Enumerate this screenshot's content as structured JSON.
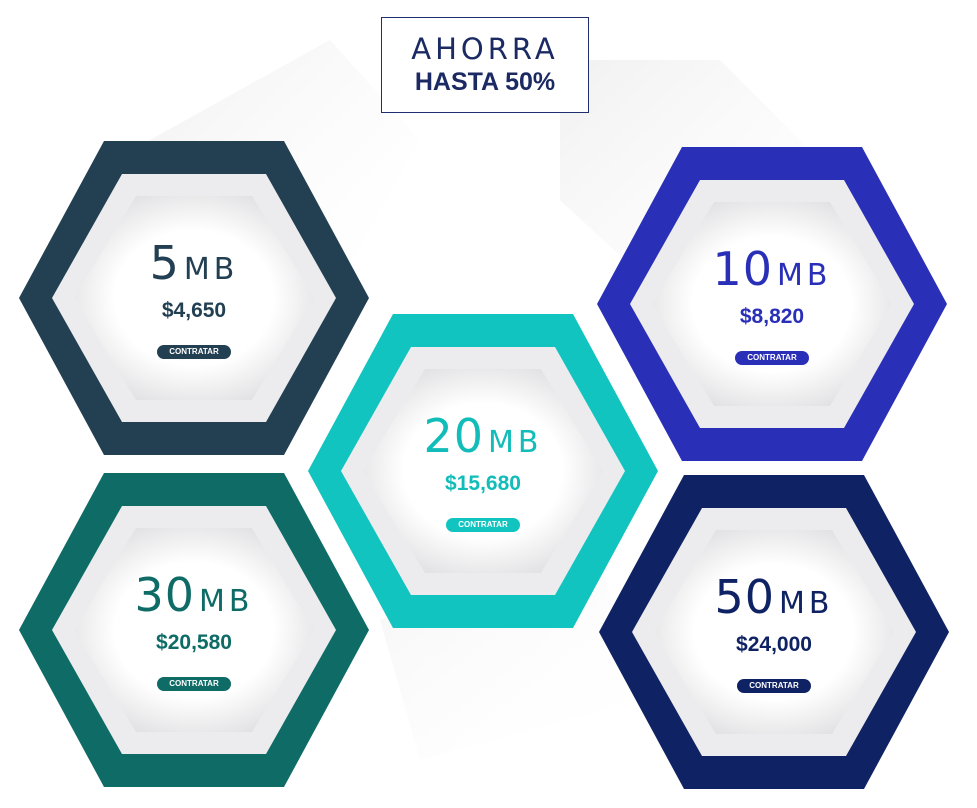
{
  "promo": {
    "line1": "AHORRA",
    "line2": "HASTA 50%"
  },
  "plans": [
    {
      "speed": "5",
      "unit": "MB",
      "price": "$4,650",
      "cta": "CONTRATAR",
      "color": "#233f52",
      "text_color": "#233f52"
    },
    {
      "speed": "10",
      "unit": "MB",
      "price": "$8,820",
      "cta": "CONTRATAR",
      "color": "#2a2fb8",
      "text_color": "#2a2fb8"
    },
    {
      "speed": "20",
      "unit": "MB",
      "price": "$15,680",
      "cta": "CONTRATAR",
      "color": "#12c4c0",
      "text_color": "#12bdb9"
    },
    {
      "speed": "30",
      "unit": "MB",
      "price": "$20,580",
      "cta": "CONTRATAR",
      "color": "#0e6b66",
      "text_color": "#0e6b66"
    },
    {
      "speed": "50",
      "unit": "MB",
      "price": "$24,000",
      "cta": "CONTRATAR",
      "color": "#0f2263",
      "text_color": "#0f2263"
    }
  ]
}
